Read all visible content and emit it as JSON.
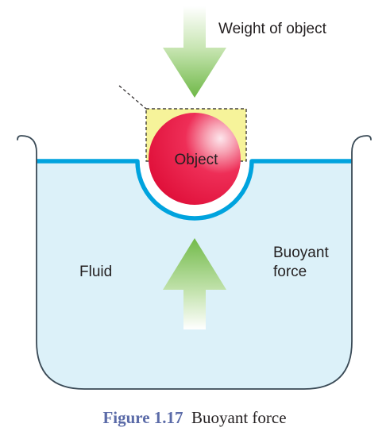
{
  "labels": {
    "weight": "Weight of object",
    "object": "Object",
    "fluid": "Fluid",
    "buoyant_line1": "Buoyant",
    "buoyant_line2": "force"
  },
  "caption": {
    "figure_number": "Figure 1.17",
    "title": "Buoyant force"
  },
  "colors": {
    "fluid_fill": "#dcf1f9",
    "fluid_surface": "#00a3de",
    "container_outline": "#3a4a56",
    "object_red": "#e8173f",
    "object_highlight": "#fbd3dc",
    "displaced_box": "#f6f39a",
    "arrow_green": "#7dbf55",
    "caption_blue": "#5b6ba8"
  }
}
